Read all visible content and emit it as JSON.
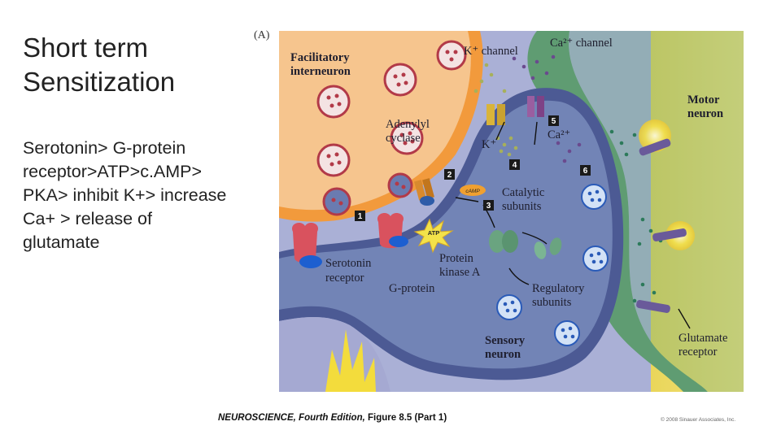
{
  "slide": {
    "title_lines": [
      "Short term",
      "Sensitization"
    ],
    "body_lines": [
      "Serotonin> G-protein",
      "receptor>ATP>c.AMP>",
      "PKA> inhibit K+> increase",
      "Ca+ > release of",
      "glutamate"
    ]
  },
  "figure": {
    "panel": "(A)",
    "labels": {
      "facilitatory_1": "Facilitatory",
      "facilitatory_2": "interneuron",
      "k_channel": "K⁺ channel",
      "ca_channel": "Ca²⁺ channel",
      "adenylyl_1": "Adenylyl",
      "adenylyl_2": "cyclase",
      "k_ion": "K⁺",
      "ca_ion": "Ca²⁺",
      "motor_1": "Motor",
      "motor_2": "neuron",
      "catalytic_1": "Catalytic",
      "catalytic_2": "subunits",
      "camp": "cAMP",
      "atp": "ATP",
      "serotonin_1": "Serotonin",
      "serotonin_2": "receptor",
      "gprotein": "G-protein",
      "pka_1": "Protein",
      "pka_2": "kinase A",
      "regulatory_1": "Regulatory",
      "regulatory_2": "subunits",
      "sensory_1": "Sensory",
      "sensory_2": "neuron",
      "glutamate_1": "Glutamate",
      "glutamate_2": "receptor"
    },
    "steps": [
      "1",
      "2",
      "3",
      "4",
      "5",
      "6"
    ]
  },
  "caption": {
    "main": "NEUROSCIENCE, Fourth Edition,",
    "rest": " Figure 8.5 (Part 1)",
    "copyright": "© 2008 Sinauer Associates, Inc."
  },
  "colors": {
    "interneuron": "#f6c58e",
    "sensory": "#7284b6",
    "motor": "#5f9c72",
    "background": "#aab0d6",
    "glow": "#f5e04a"
  }
}
